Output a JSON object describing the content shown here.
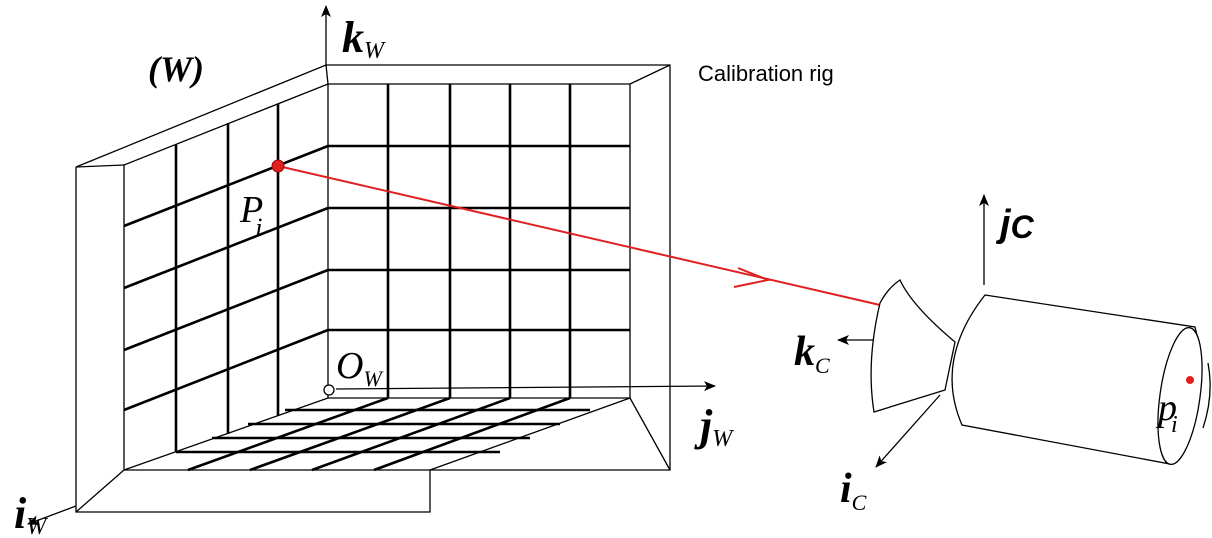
{
  "world_frame_label": "(W)",
  "rig_label": "Calibration rig",
  "axes": {
    "kw": {
      "main": "k",
      "sub": "W"
    },
    "jw": {
      "main": "j",
      "sub": "W"
    },
    "iw": {
      "main": "i",
      "sub": "W"
    },
    "jc": {
      "main": "j",
      "sub": "C"
    },
    "kc": {
      "main": "k",
      "sub": "C"
    },
    "ic": {
      "main": "i",
      "sub": "C"
    }
  },
  "origin_label": {
    "main": "O",
    "sub": "W"
  },
  "world_point_label": {
    "main": "P",
    "sub": "i"
  },
  "image_point_label": {
    "main": "p",
    "sub": "i"
  },
  "colors": {
    "ray": "#e02020",
    "point": "#e02020",
    "ink": "#000000"
  }
}
